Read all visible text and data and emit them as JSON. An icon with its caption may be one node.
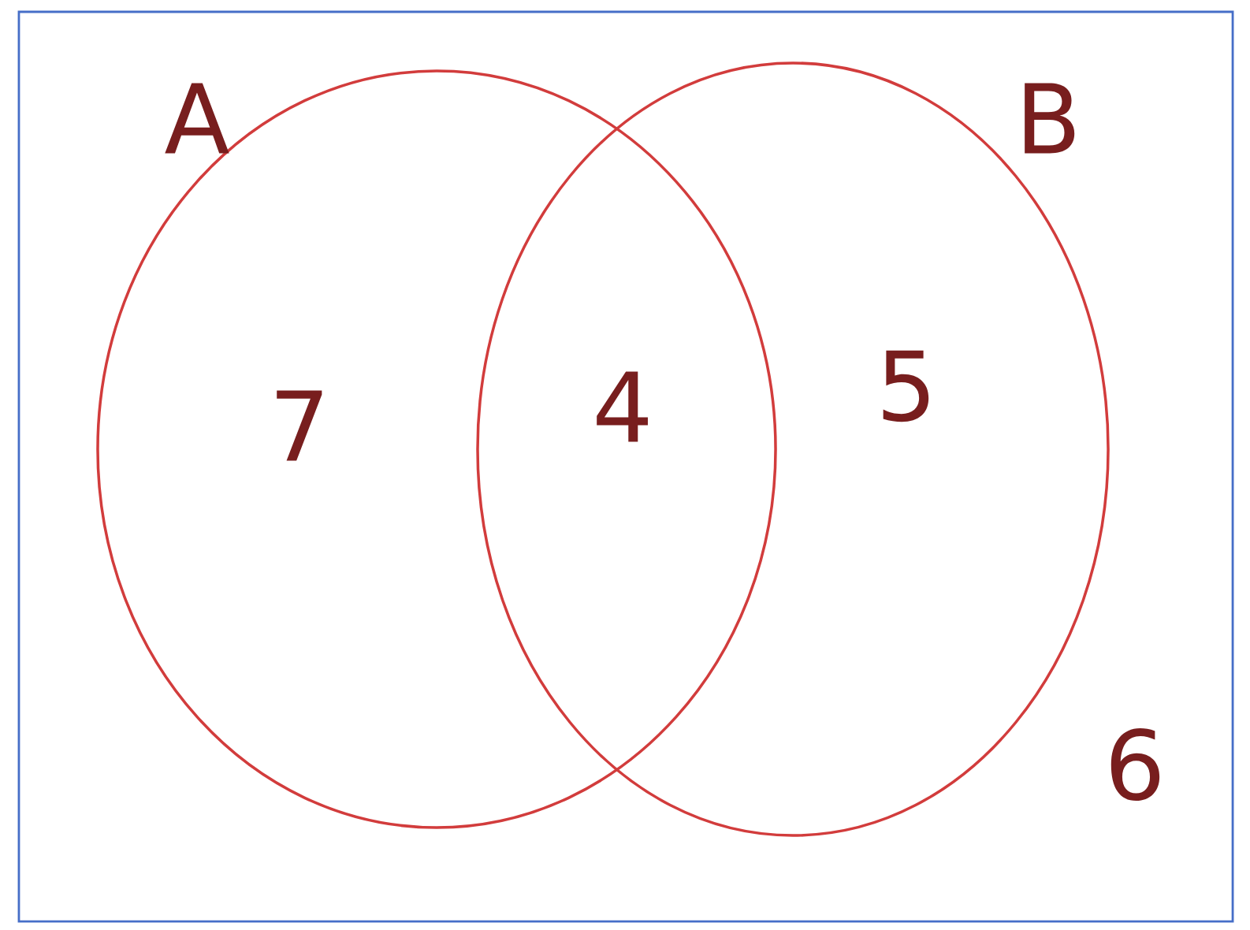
{
  "diagram": {
    "nodes": [
      {
        "text": [
          "6"
        ]
      },
      {
        "text": [
          "A",
          "7"
        ],
        "in": 0
      },
      {
        "text": [
          "B",
          "5"
        ],
        "in": 0
      }
    ],
    "labels": [
      "4"
    ]
  }
}
